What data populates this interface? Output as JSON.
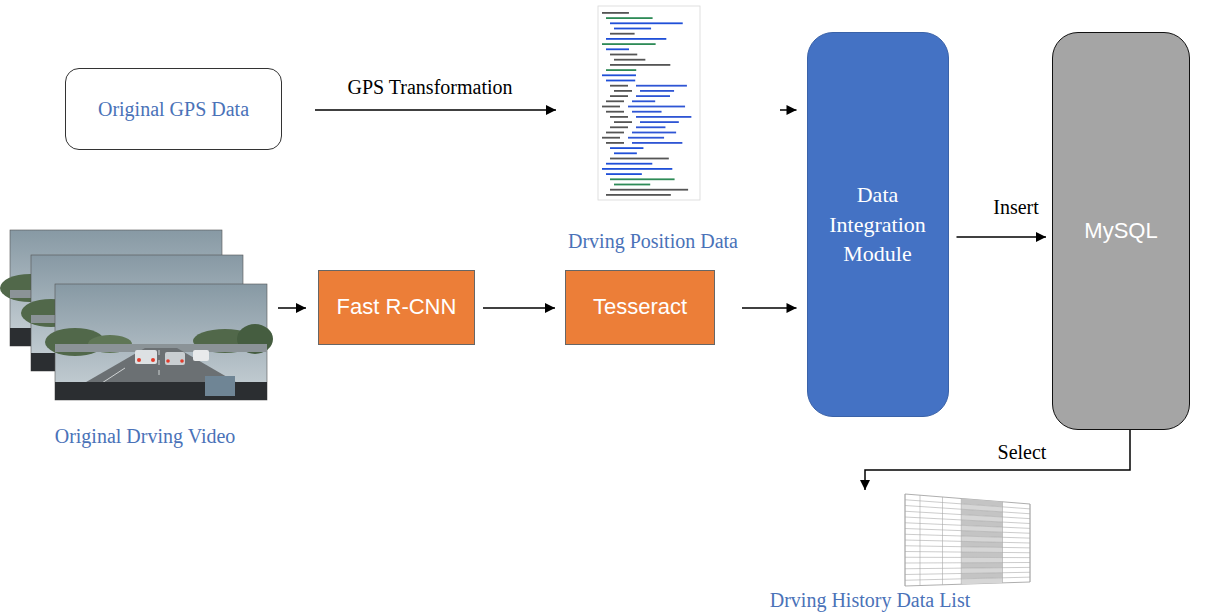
{
  "diagram": {
    "nodes": [
      {
        "text": [
          "Original GPS Data"
        ]
      },
      {
        "text": [
          "Drving Position Data"
        ]
      },
      {
        "text": [
          "Data Integration Module"
        ]
      },
      {
        "text": [
          "MySQL"
        ]
      },
      {
        "text": [
          "Original Drving Video"
        ]
      },
      {
        "text": [
          "Fast R-CNN"
        ]
      },
      {
        "text": [
          "Tesseract"
        ]
      },
      {
        "text": [
          "Drving History Data List"
        ]
      }
    ],
    "edges": [
      {
        "from": 0,
        "to": 1,
        "label": "GPS Transformation",
        "arrow": "to"
      },
      {
        "from": 1,
        "to": 2,
        "arrow": "to"
      },
      {
        "from": 4,
        "to": 5,
        "arrow": "to"
      },
      {
        "from": 5,
        "to": 6,
        "arrow": "to"
      },
      {
        "from": 6,
        "to": 2,
        "arrow": "to"
      },
      {
        "from": 2,
        "to": 3,
        "label": "Insert",
        "arrow": "to"
      },
      {
        "from": 3,
        "to": 7,
        "label": "Select",
        "arrow": "to"
      }
    ]
  }
}
